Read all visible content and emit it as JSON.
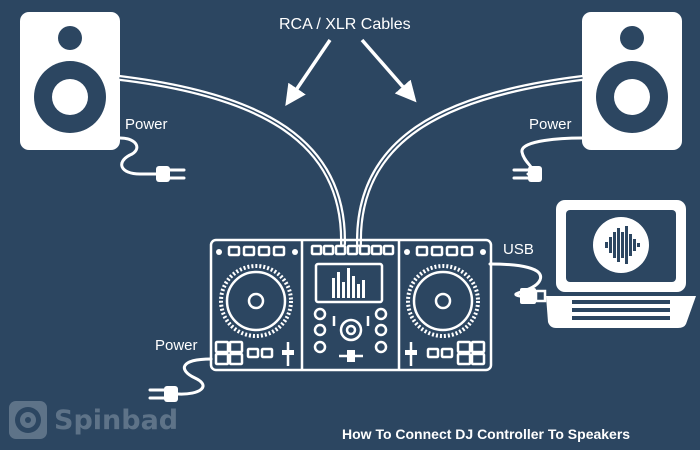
{
  "labels": {
    "cables": "RCA  / XLR Cables",
    "power_left": "Power",
    "power_right": "Power",
    "power_bottom": "Power",
    "usb": "USB",
    "caption": "How To Connect DJ Controller To Speakers"
  },
  "watermark": {
    "text": "Spinbad"
  },
  "colors": {
    "background": "#2c4661",
    "line": "#ffffff"
  },
  "icons": [
    "speaker-icon",
    "speaker-icon",
    "power-plug-icon",
    "power-plug-icon",
    "power-plug-icon",
    "dj-controller-icon",
    "laptop-icon",
    "vinyl-record-icon",
    "usb-plug-icon",
    "arrow-icon"
  ]
}
